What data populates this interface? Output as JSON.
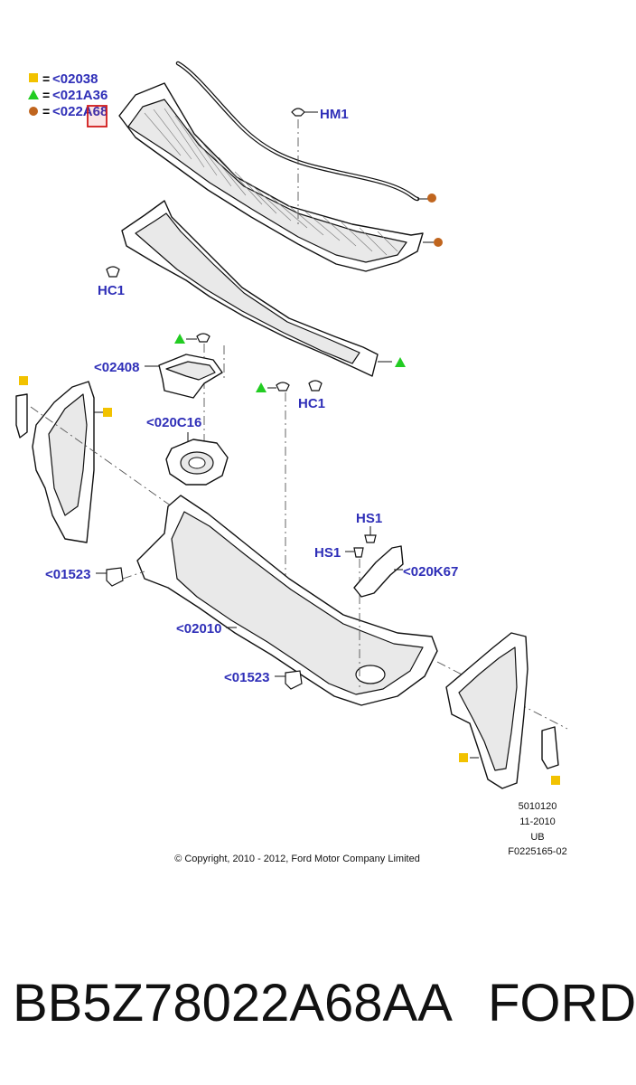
{
  "legend": [
    {
      "shape": "square",
      "color": "#f2c200",
      "eq": "=",
      "code": "<02038"
    },
    {
      "shape": "triangle",
      "color": "#22cc22",
      "eq": "=",
      "code": "<021A36"
    },
    {
      "shape": "circle",
      "color": "#c0651e",
      "eq": "=",
      "code": "<022A68"
    }
  ],
  "highlight_color": "#d11a1a",
  "callout_color": "#2f2fb8",
  "callouts": {
    "hm1": "HM1",
    "hc1_left": "HC1",
    "hc1_right": "HC1",
    "p02408": "<02408",
    "p020c16": "<020C16",
    "hs1_top": "HS1",
    "hs1_bottom": "HS1",
    "p020k67": "<020K67",
    "p01523_left": "<01523",
    "p02010": "<02010",
    "p01523_right": "<01523"
  },
  "meta": {
    "line1": "5010120",
    "line2": "11-2010",
    "line3": "UB",
    "line4": "F0225165-02"
  },
  "copyright": "© Copyright, 2010 - 2012, Ford Motor Company Limited",
  "footer": {
    "part_number": "BB5Z78022A68AA",
    "brand": "FORD"
  }
}
